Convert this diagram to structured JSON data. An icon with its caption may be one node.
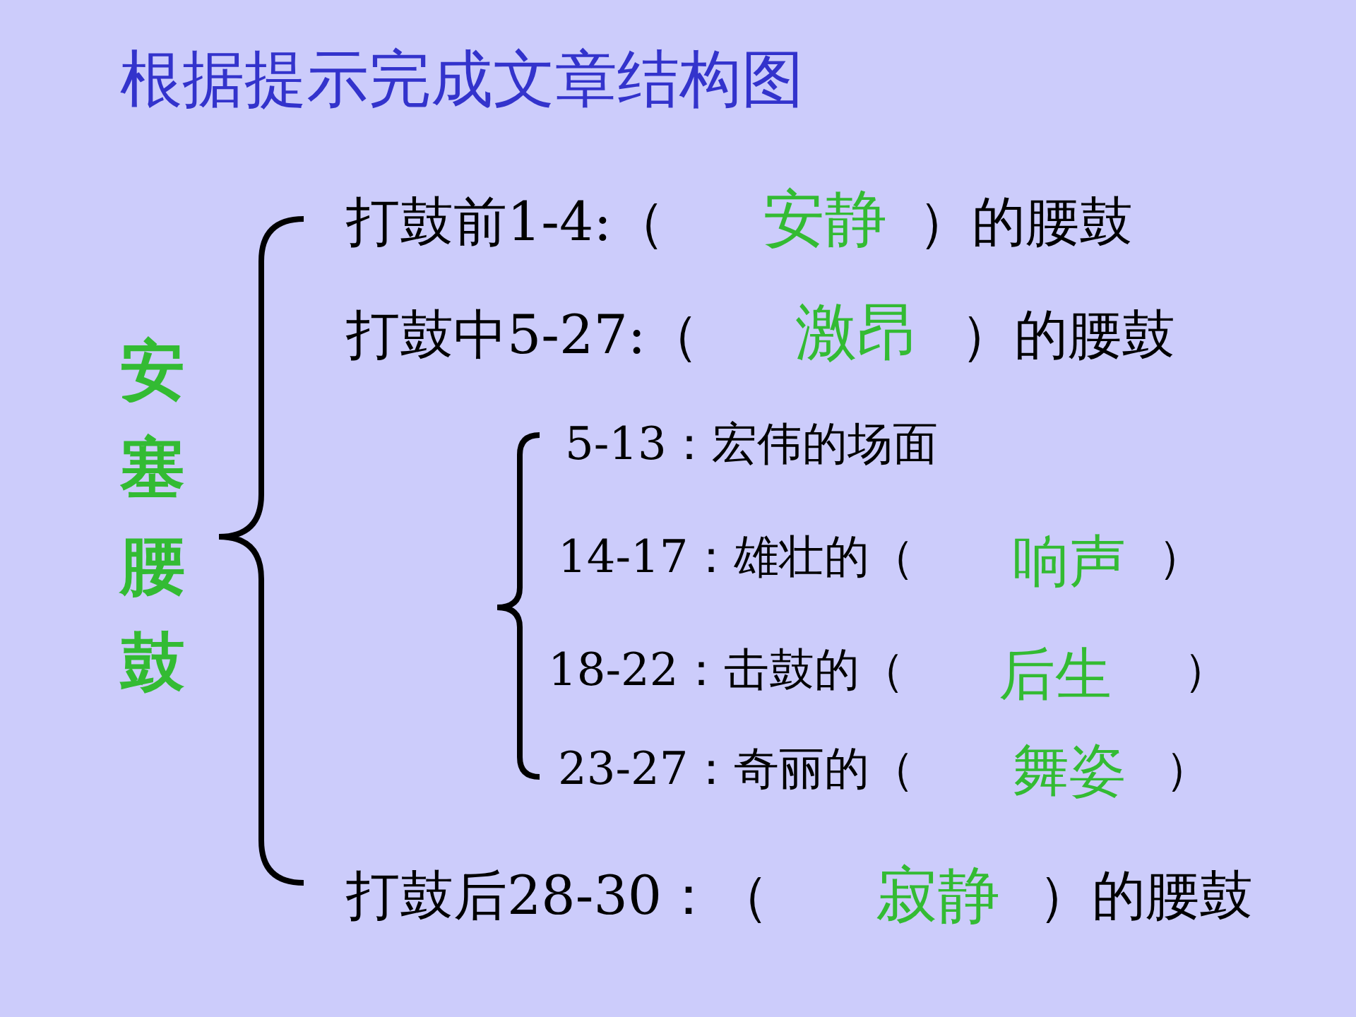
{
  "diagram": {
    "title": "根据提示完成文章结构图",
    "labels": [
      "安塞腰鼓",
      "打鼓前1-4:（",
      "安静",
      "）的腰鼓",
      "打鼓中5-27:（",
      "激昂",
      "）的腰鼓",
      "5-13：宏伟的场面",
      "14-17：雄壮的（",
      "响声",
      "）",
      "18-22：击鼓的（",
      "后生",
      "）",
      "23-27：奇丽的（",
      "舞姿",
      "）",
      "打鼓后28-30：（",
      "寂静",
      "）的腰鼓"
    ]
  }
}
